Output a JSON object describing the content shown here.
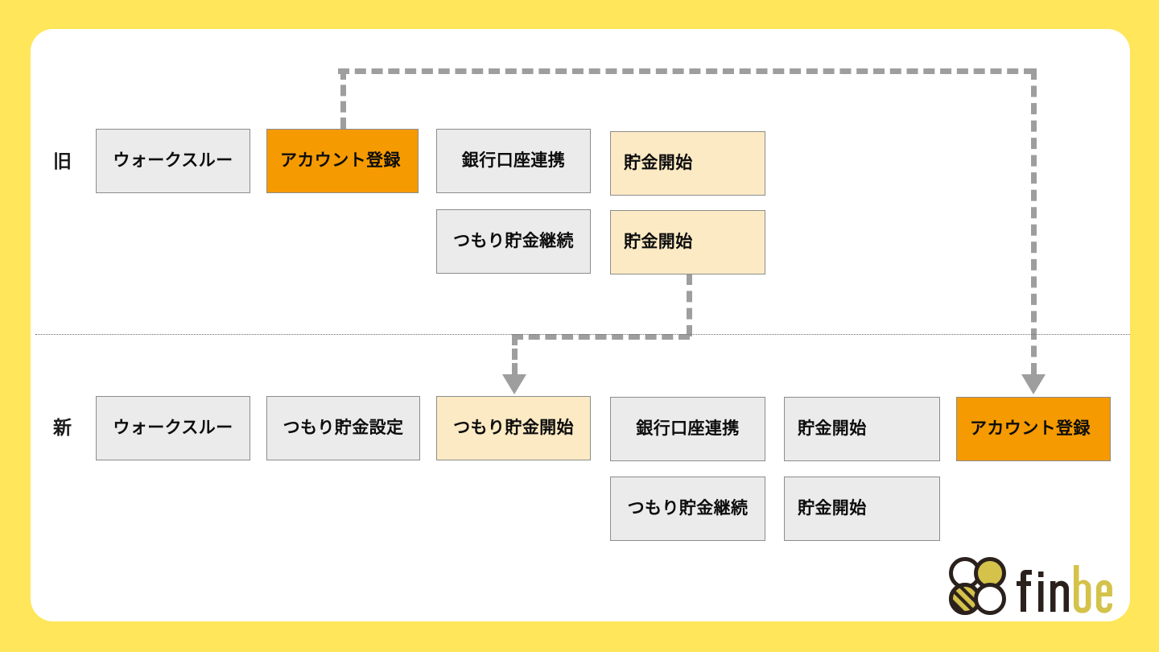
{
  "theme": {
    "background": "#ffe65a",
    "card_background": "#ffffff",
    "node_gray": "#ebebeb",
    "node_orange": "#f59a00",
    "node_cream": "#fceac4",
    "node_border": "#8c8c8c",
    "connector": "#9e9e9e",
    "divider": "#6b6b6b",
    "text": "#0d0d0d",
    "logo_dark": "#2b211c",
    "logo_gold": "#d4c24a"
  },
  "rows": {
    "old": {
      "label": "旧",
      "steps": [
        {
          "name": "walkthrough",
          "text": "ウォークスルー",
          "style": "gray",
          "align": "center"
        },
        {
          "name": "account-signup",
          "text": "アカウント登録",
          "style": "orange",
          "align": "left"
        },
        {
          "name": "bank-link",
          "text": "銀行口座連携",
          "style": "gray",
          "align": "center"
        },
        {
          "name": "savings-start",
          "text": "貯金開始",
          "style": "cream",
          "align": "left"
        },
        {
          "name": "tsumori-continue",
          "text": "つもり貯金継続",
          "style": "gray",
          "align": "center"
        },
        {
          "name": "savings-start-alt",
          "text": "貯金開始",
          "style": "cream",
          "align": "left"
        }
      ]
    },
    "new": {
      "label": "新",
      "steps": [
        {
          "name": "walkthrough",
          "text": "ウォークスルー",
          "style": "gray",
          "align": "center"
        },
        {
          "name": "tsumori-setup",
          "text": "つもり貯金設定",
          "style": "gray",
          "align": "center"
        },
        {
          "name": "tsumori-start",
          "text": "つもり貯金開始",
          "style": "cream",
          "align": "center"
        },
        {
          "name": "bank-link",
          "text": "銀行口座連携",
          "style": "gray",
          "align": "center"
        },
        {
          "name": "savings-start",
          "text": "貯金開始",
          "style": "gray",
          "align": "left"
        },
        {
          "name": "account-signup",
          "text": "アカウント登録",
          "style": "orange",
          "align": "left"
        },
        {
          "name": "tsumori-continue",
          "text": "つもり貯金継続",
          "style": "gray",
          "align": "center"
        },
        {
          "name": "savings-start-alt",
          "text": "貯金開始",
          "style": "gray",
          "align": "left"
        }
      ]
    }
  },
  "connectors": [
    {
      "name": "account-signup-moved",
      "from": "旧 アカウント登録",
      "to": "新 アカウント登録"
    },
    {
      "name": "savings-start-rerouted",
      "from": "旧 貯金開始",
      "to": "新 つもり貯金開始"
    }
  ],
  "logo": {
    "name": "finbee-logo",
    "text_dark": "fin",
    "text_gold": "bee"
  }
}
